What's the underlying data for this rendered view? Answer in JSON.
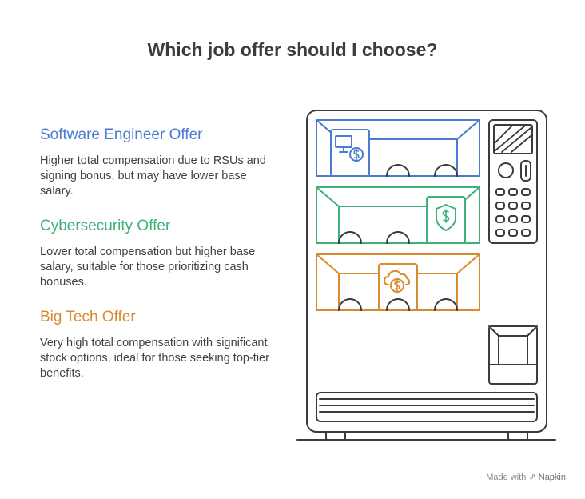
{
  "title": "Which job offer should I choose?",
  "offers": [
    {
      "name": "Software Engineer Offer",
      "description": "Higher total compensation due to RSUs and signing bonus, but may have lower base salary.",
      "color": "#4a7bd0",
      "icon": "monitor-dollar-icon"
    },
    {
      "name": "Cybersecurity Offer",
      "description": "Lower total compensation but higher base salary, suitable for those prioritizing cash bonuses.",
      "color": "#3fb07a",
      "icon": "shield-dollar-icon"
    },
    {
      "name": "Big Tech Offer",
      "description": "Very high total compensation with significant stock options, ideal for those seeking top-tier benefits.",
      "color": "#d98a2e",
      "icon": "cloud-dollar-icon"
    }
  ],
  "footer": {
    "made_with": "Made with",
    "brand": "Napkin"
  }
}
